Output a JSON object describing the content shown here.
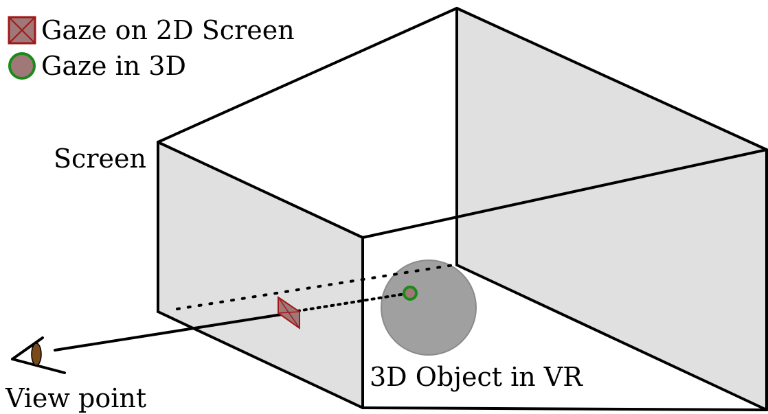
{
  "legend": {
    "items": [
      {
        "label": "Gaze on 2D Screen",
        "icon": "gaze-2d-marker-icon"
      },
      {
        "label": "Gaze in 3D",
        "icon": "gaze-3d-marker-icon"
      }
    ]
  },
  "labels": {
    "screen": "Screen",
    "object": "3D Object in VR",
    "viewpoint": "View point"
  },
  "colors": {
    "outline": "#000000",
    "wall_fill": "#e0e0e0",
    "sphere_fill": "#a0a0a0",
    "sphere_stroke": "#8a8a8a",
    "marker_2d_fill": "#a07878",
    "marker_2d_stroke": "#a01818",
    "marker_3d_fill": "#a07878",
    "marker_3d_stroke": "#1a8a1a",
    "eye_iris": "#7a4a1a"
  }
}
